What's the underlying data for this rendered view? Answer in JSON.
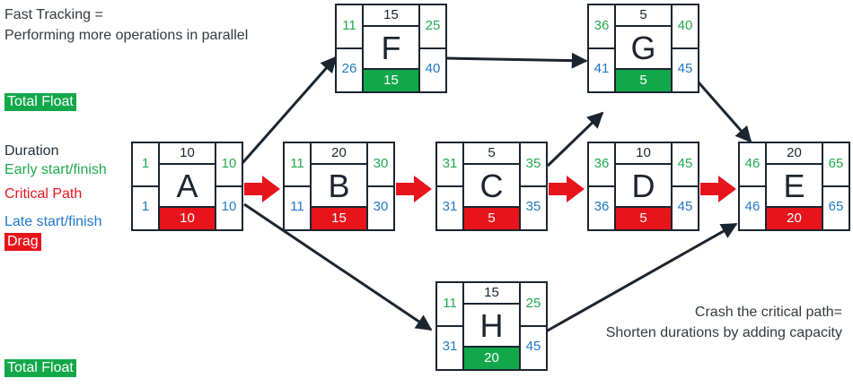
{
  "texts": {
    "fast_tracking_line1": "Fast Tracking =",
    "fast_tracking_line2": "Performing more operations in parallel",
    "total_float_top": "Total Float",
    "total_float_bottom": "Total Float",
    "crash_line1": "Crash the critical path=",
    "crash_line2": "Shorten durations by adding capacity"
  },
  "legend": {
    "duration": "Duration",
    "early": "Early start/finish",
    "critical": "Critical Path",
    "late": "Late start/finish",
    "drag": "Drag"
  },
  "colors": {
    "early": "#22a94f",
    "late": "#1f78c8",
    "critical": "#e8141b",
    "float": "#12a84a",
    "line": "#1b2530"
  },
  "nodes": {
    "A": {
      "letter": "A",
      "duration": "10",
      "es": "1",
      "ef": "10",
      "ls": "1",
      "lf": "10",
      "drag": "10",
      "drag_type": "red"
    },
    "B": {
      "letter": "B",
      "duration": "20",
      "es": "11",
      "ef": "30",
      "ls": "11",
      "lf": "30",
      "drag": "15",
      "drag_type": "red"
    },
    "C": {
      "letter": "C",
      "duration": "5",
      "es": "31",
      "ef": "35",
      "ls": "31",
      "lf": "35",
      "drag": "5",
      "drag_type": "red"
    },
    "D": {
      "letter": "D",
      "duration": "10",
      "es": "36",
      "ef": "45",
      "ls": "36",
      "lf": "45",
      "drag": "5",
      "drag_type": "red"
    },
    "E": {
      "letter": "E",
      "duration": "20",
      "es": "46",
      "ef": "65",
      "ls": "46",
      "lf": "65",
      "drag": "20",
      "drag_type": "red"
    },
    "F": {
      "letter": "F",
      "duration": "15",
      "es": "11",
      "ef": "25",
      "ls": "26",
      "lf": "40",
      "drag": "15",
      "drag_type": "green"
    },
    "G": {
      "letter": "G",
      "duration": "5",
      "es": "36",
      "ef": "40",
      "ls": "41",
      "lf": "45",
      "drag": "5",
      "drag_type": "green"
    },
    "H": {
      "letter": "H",
      "duration": "15",
      "es": "11",
      "ef": "25",
      "ls": "31",
      "lf": "45",
      "drag": "20",
      "drag_type": "green"
    }
  },
  "edges": [
    {
      "from": "A",
      "to": "B",
      "critical": true
    },
    {
      "from": "B",
      "to": "C",
      "critical": true
    },
    {
      "from": "C",
      "to": "D",
      "critical": true
    },
    {
      "from": "D",
      "to": "E",
      "critical": true
    },
    {
      "from": "A",
      "to": "F",
      "critical": false
    },
    {
      "from": "F",
      "to": "G",
      "critical": false
    },
    {
      "from": "C",
      "to": "G",
      "critical": false
    },
    {
      "from": "G",
      "to": "E",
      "critical": false
    },
    {
      "from": "A",
      "to": "H",
      "critical": false
    },
    {
      "from": "H",
      "to": "E",
      "critical": false
    }
  ]
}
